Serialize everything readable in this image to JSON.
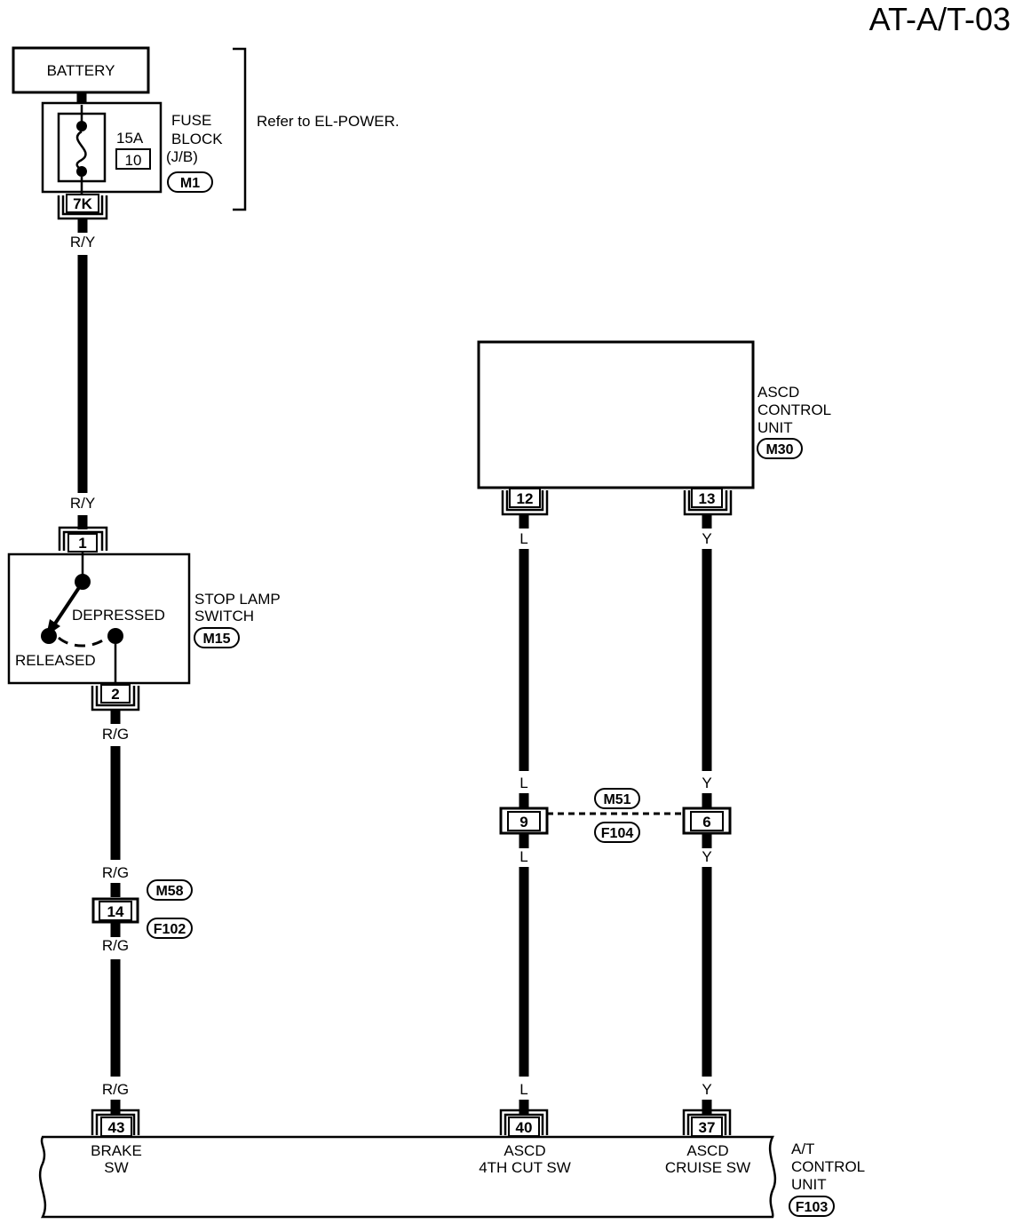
{
  "page_title": "AT-A/T-03",
  "battery": {
    "label": "BATTERY"
  },
  "fuse": {
    "rating": "15A",
    "number": "10",
    "name_line1": "FUSE",
    "name_line2": "BLOCK",
    "name_line3": "(J/B)",
    "connector": "M1",
    "terminal": "7K",
    "note": "Refer to EL-POWER."
  },
  "stop_lamp_switch": {
    "name_line1": "STOP LAMP",
    "name_line2": "SWITCH",
    "connector": "M15",
    "pin_in": "1",
    "pin_out": "2",
    "state_depressed": "DEPRESSED",
    "state_released": "RELEASED"
  },
  "ascd_control_unit": {
    "name_line1": "ASCD",
    "name_line2": "CONTROL",
    "name_line3": "UNIT",
    "connector": "M30",
    "pin_left": "12",
    "pin_right": "13"
  },
  "wires": {
    "r_y": "R/Y",
    "r_g": "R/G",
    "l": "L",
    "y": "Y"
  },
  "junctions": {
    "brake": {
      "pin": "14",
      "conn_top": "M58",
      "conn_bottom": "F102"
    },
    "ascd": {
      "pin_left": "9",
      "pin_right": "6",
      "conn_top": "M51",
      "conn_bottom": "F104"
    }
  },
  "at_control_unit": {
    "name_line1": "A/T",
    "name_line2": "CONTROL",
    "name_line3": "UNIT",
    "connector": "F103",
    "pin_brake": "43",
    "pin_4th": "40",
    "pin_cruise": "37",
    "brake_label_1": "BRAKE",
    "brake_label_2": "SW",
    "fourth_label_1": "ASCD",
    "fourth_label_2": "4TH CUT SW",
    "cruise_label_1": "ASCD",
    "cruise_label_2": "CRUISE SW"
  }
}
